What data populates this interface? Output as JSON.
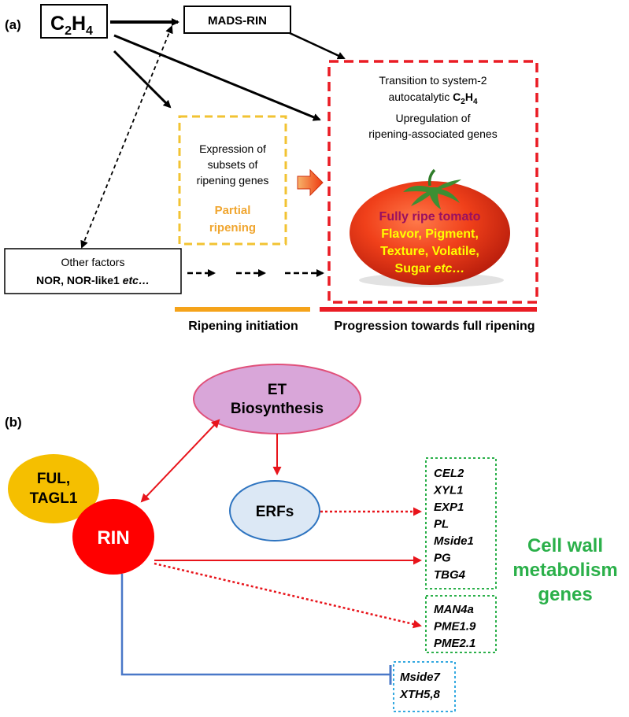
{
  "panel_a": {
    "label": "(a)",
    "c2h4": {
      "main": "C",
      "sub1": "2",
      "mid": "H",
      "sub2": "4"
    },
    "mads_rin": "MADS-RIN",
    "red_box": {
      "line1": "Transition to system-2",
      "line2_prefix": "autocatalytic ",
      "line2_c2h4": {
        "main": "C",
        "sub1": "2",
        "mid": "H",
        "sub2": "4"
      },
      "line3": "Upregulation of",
      "line4": "ripening-associated genes"
    },
    "orange_box": {
      "line1": "Expression of",
      "line2": "subsets of",
      "line3": "ripening genes",
      "partial1": "Partial",
      "partial2": "ripening"
    },
    "tomato": {
      "title": "Fully ripe tomato",
      "line1": "Flavor, Pigment,",
      "line2": "Texture, Volatile,",
      "line3_prefix": "Sugar ",
      "line3_italic": "etc…"
    },
    "other_factors": {
      "line1": "Other factors",
      "line2_prefix": "NOR, NOR-like1 ",
      "line2_italic": "etc…"
    },
    "stage1": "Ripening initiation",
    "stage2": "Progression towards  full ripening"
  },
  "panel_b": {
    "label": "(b)",
    "et_line1": "ET",
    "et_line2": "Biosynthesis",
    "ful1": "FUL,",
    "ful2": "TAGL1",
    "rin": "RIN",
    "erfs": "ERFs",
    "genes_group1": [
      "CEL2",
      "XYL1",
      "EXP1",
      "PL",
      "Mside1",
      "PG",
      "TBG4"
    ],
    "genes_group2": [
      "MAN4a",
      "PME1.9",
      "PME2.1"
    ],
    "genes_group3": [
      "Mside7",
      "XTH5,8"
    ],
    "cell_wall": [
      "Cell wall",
      "metabolism",
      "genes"
    ]
  },
  "colors": {
    "red": "#ff0000",
    "orange_bar": "#f5a31a",
    "dashed_orange": "#f2c333",
    "partial_text": "#f0a630",
    "ful_yellow": "#f5bf00",
    "et_fill": "#d9a6d9",
    "et_stroke": "#e0507a",
    "erf_fill": "#dce8f5",
    "erf_stroke": "#2e74c0",
    "green": "#2bb04a",
    "blue_line": "#4a78c8",
    "cyan_dotted": "#34a9e0",
    "tomato_title": "#9a1060",
    "tomato_text": "#ffff00"
  }
}
